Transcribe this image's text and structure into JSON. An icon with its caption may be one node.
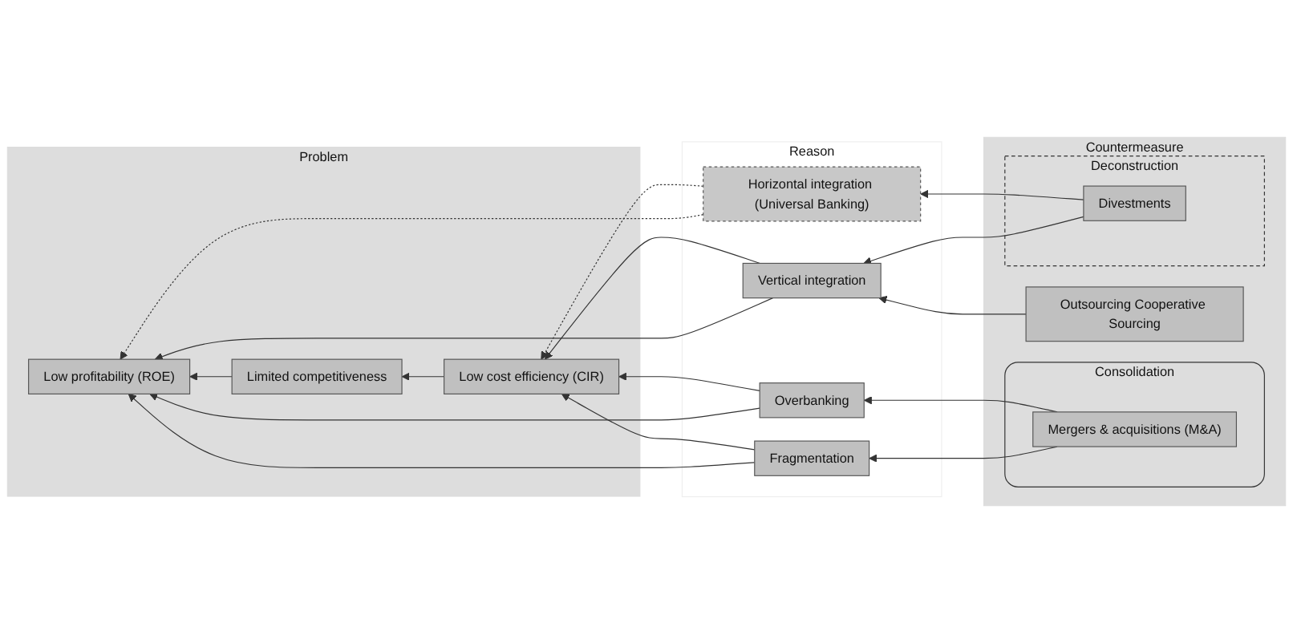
{
  "diagram": {
    "nodes": [
      {
        "text": [
          "Problem"
        ]
      },
      {
        "text": [
          "Reason"
        ]
      },
      {
        "text": [
          "Countermeasure"
        ]
      },
      {
        "text": [
          "Consolidation"
        ],
        "in": 2
      },
      {
        "text": [
          "Deconstruction"
        ],
        "in": 2
      },
      {
        "text": [
          "Limited competitiveness"
        ],
        "in": 0
      },
      {
        "text": [
          "Low profitability (ROE)"
        ],
        "in": 0
      },
      {
        "text": [
          "Low cost efficiency (CIR)"
        ],
        "in": 0
      },
      {
        "text": [
          "Fragmentation"
        ],
        "in": 1
      },
      {
        "text": [
          "Overbanking"
        ],
        "in": 1
      },
      {
        "text": [
          "Vertical integration"
        ],
        "in": 1
      },
      {
        "text": [
          "Horizontal integration (Universal Banking)"
        ],
        "in": 1
      },
      {
        "text": [
          "Mergers & acquisitions (M&A)"
        ],
        "in": 3
      },
      {
        "text": [
          "Outsourcing Cooperative Sourcing"
        ],
        "in": 2
      },
      {
        "text": [
          "Divestments"
        ],
        "in": 4
      }
    ],
    "edges": [
      {
        "from": 5,
        "to": 6,
        "arrow": "to"
      },
      {
        "from": 7,
        "to": 5,
        "arrow": "to"
      },
      {
        "from": 8,
        "to": 6,
        "arrow": "to"
      },
      {
        "from": 8,
        "to": 7,
        "arrow": "to"
      },
      {
        "from": 9,
        "to": 6,
        "arrow": "to"
      },
      {
        "from": 9,
        "to": 7,
        "arrow": "to"
      },
      {
        "from": 10,
        "to": 6,
        "arrow": "to"
      },
      {
        "from": 10,
        "to": 7,
        "arrow": "to"
      },
      {
        "from": 11,
        "to": 6,
        "arrow": "to",
        "style": "dashed"
      },
      {
        "from": 11,
        "to": 7,
        "arrow": "to",
        "style": "dashed"
      },
      {
        "from": 12,
        "to": 8,
        "arrow": "to"
      },
      {
        "from": 12,
        "to": 9,
        "arrow": "to"
      },
      {
        "from": 13,
        "to": 10,
        "arrow": "to"
      },
      {
        "from": 14,
        "to": 10,
        "arrow": "to"
      },
      {
        "from": 14,
        "to": 11,
        "arrow": "to"
      }
    ]
  }
}
